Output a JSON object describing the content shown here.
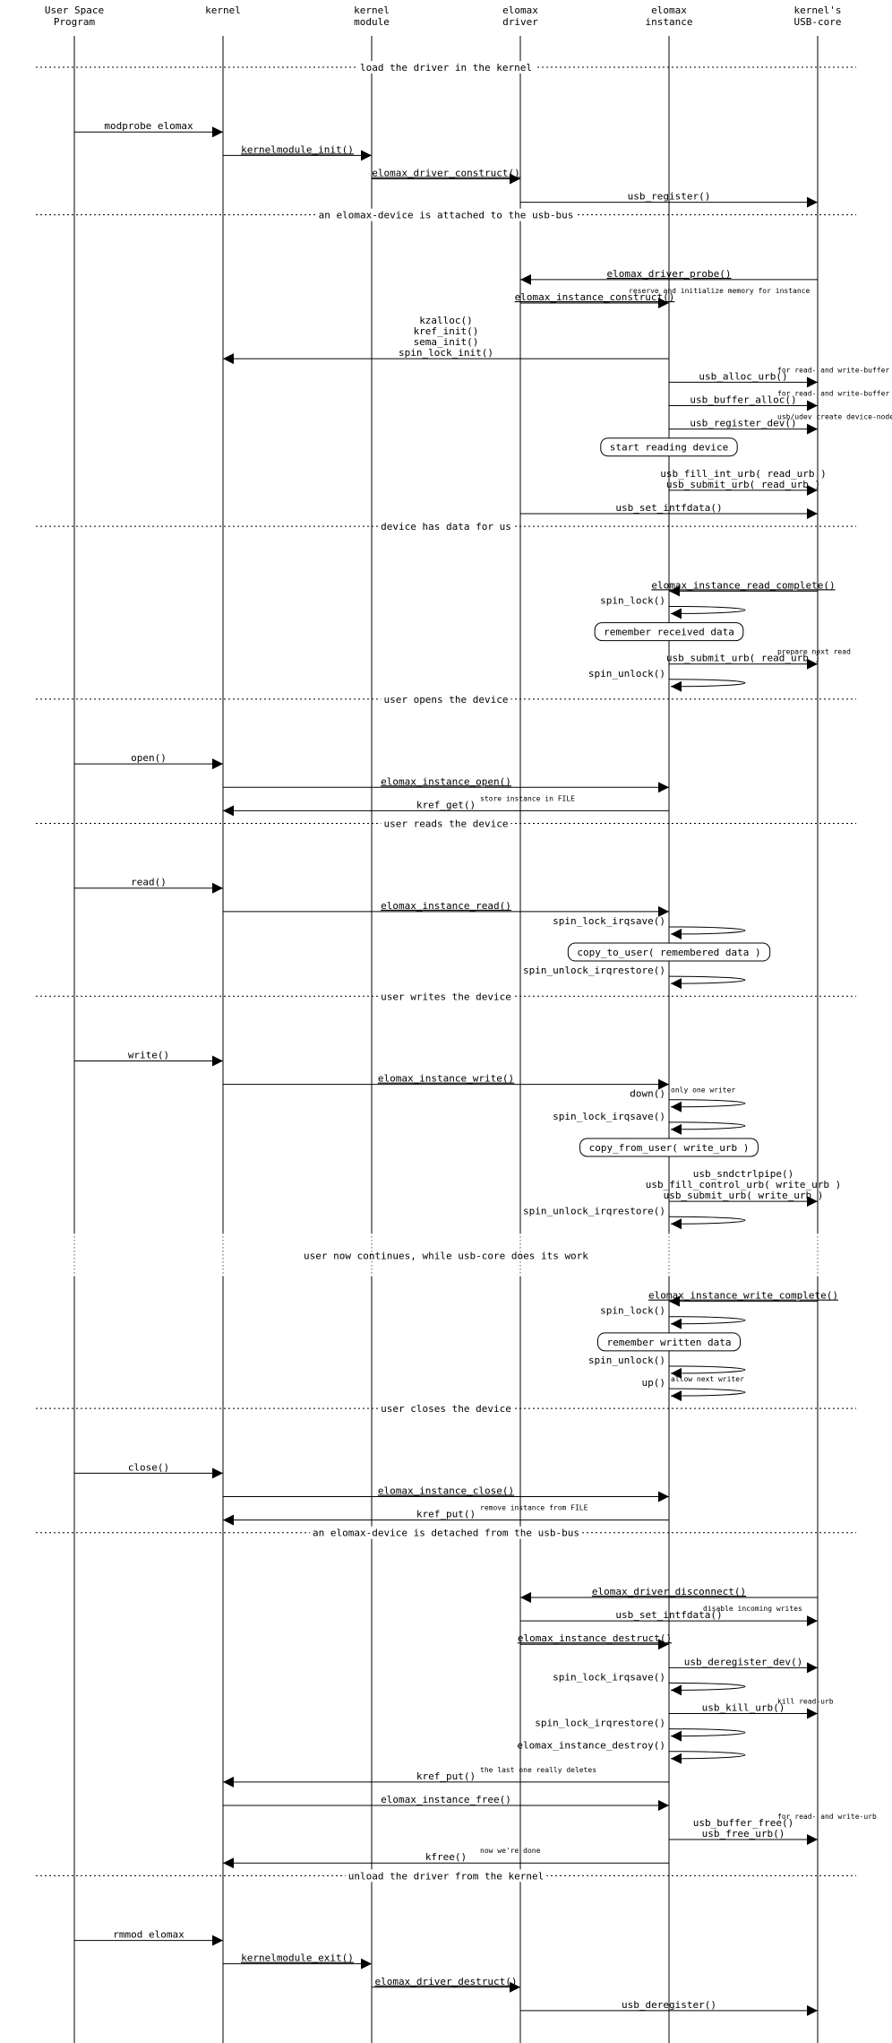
{
  "colors": {
    "ink": "#000000",
    "blue": "#1a1aff",
    "background": "#ffffff"
  },
  "participants": [
    {
      "id": "user",
      "lines": [
        "User Space",
        "Program"
      ],
      "color": "ink"
    },
    {
      "id": "kernel",
      "lines": [
        "kernel"
      ],
      "color": "ink"
    },
    {
      "id": "kmod",
      "lines": [
        "kernel",
        "module"
      ],
      "color": "blue"
    },
    {
      "id": "drv",
      "lines": [
        "elomax",
        "driver"
      ],
      "color": "blue"
    },
    {
      "id": "inst",
      "lines": [
        "elomax",
        "instance"
      ],
      "color": "blue"
    },
    {
      "id": "usb",
      "lines": [
        "kernel's",
        "USB-core"
      ],
      "color": "ink"
    }
  ],
  "rows": [
    {
      "kind": "section",
      "text": "load the driver in the kernel"
    },
    {
      "kind": "msg",
      "from": "user",
      "to": "kernel",
      "text": "modprobe elomax"
    },
    {
      "kind": "msg",
      "from": "kernel",
      "to": "kmod",
      "text": "kernelmodule_init()",
      "color": "blue"
    },
    {
      "kind": "msg",
      "from": "kmod",
      "to": "drv",
      "text": "elomax_driver_construct()",
      "color": "blue"
    },
    {
      "kind": "msg",
      "from": "drv",
      "to": "usb",
      "text": "usb_register()"
    },
    {
      "kind": "section",
      "text": "an elomax-device is attached to the usb-bus"
    },
    {
      "kind": "msg",
      "from": "usb",
      "to": "drv",
      "text": "elomax_driver_probe()",
      "color": "blue"
    },
    {
      "kind": "msg",
      "from": "drv",
      "to": "inst",
      "text": "elomax_instance_construct()",
      "color": "blue",
      "note": "reserve and initialize memory for instance"
    },
    {
      "kind": "msg",
      "from": "inst",
      "to": "kernel",
      "lines": [
        "kzalloc()",
        "kref_init()",
        "sema_init()",
        "spin_lock_init()"
      ]
    },
    {
      "kind": "msg",
      "from": "inst",
      "to": "usb",
      "text": "usb_alloc_urb()",
      "note": "for read- and write-buffer"
    },
    {
      "kind": "msg",
      "from": "inst",
      "to": "usb",
      "text": "usb_buffer_alloc()",
      "note": "for read- and write-buffer"
    },
    {
      "kind": "msg",
      "from": "inst",
      "to": "usb",
      "text": "usb_register_dev()",
      "note": "usb/udev create device-node"
    },
    {
      "kind": "box",
      "on": "inst",
      "text": "start reading device"
    },
    {
      "kind": "msg",
      "from": "inst",
      "to": "usb",
      "lines": [
        "usb_fill_int_urb( read_urb )",
        "usb_submit_urb( read_urb )"
      ]
    },
    {
      "kind": "msg",
      "from": "drv",
      "to": "usb",
      "text": "usb_set_intfdata()"
    },
    {
      "kind": "section",
      "text": "device has data for us"
    },
    {
      "kind": "msg",
      "from": "usb",
      "to": "inst",
      "text": "elomax_instance_read_complete()",
      "color": "blue"
    },
    {
      "kind": "self",
      "on": "inst",
      "text": "spin_lock()"
    },
    {
      "kind": "box",
      "on": "inst",
      "text": "remember received data"
    },
    {
      "kind": "msg",
      "from": "inst",
      "to": "usb",
      "text": "usb_submit_urb( read_urb )",
      "note": "prepare next read"
    },
    {
      "kind": "self",
      "on": "inst",
      "text": "spin_unlock()"
    },
    {
      "kind": "section",
      "text": "user opens the device"
    },
    {
      "kind": "msg",
      "from": "user",
      "to": "kernel",
      "text": "open()"
    },
    {
      "kind": "msg",
      "from": "kernel",
      "to": "inst",
      "text": "elomax_instance_open()",
      "color": "blue"
    },
    {
      "kind": "msg",
      "from": "inst",
      "to": "kernel",
      "text": "kref_get()",
      "note": "store instance in FILE"
    },
    {
      "kind": "section",
      "text": "user reads the device"
    },
    {
      "kind": "msg",
      "from": "user",
      "to": "kernel",
      "text": "read()"
    },
    {
      "kind": "msg",
      "from": "kernel",
      "to": "inst",
      "text": "elomax_instance_read()",
      "color": "blue"
    },
    {
      "kind": "self",
      "on": "inst",
      "text": "spin_lock_irqsave()"
    },
    {
      "kind": "box",
      "on": "inst",
      "text": "copy_to_user( remembered data )"
    },
    {
      "kind": "self",
      "on": "inst",
      "text": "spin_unlock_irqrestore()"
    },
    {
      "kind": "section",
      "text": "user writes the device"
    },
    {
      "kind": "msg",
      "from": "user",
      "to": "kernel",
      "text": "write()"
    },
    {
      "kind": "msg",
      "from": "kernel",
      "to": "inst",
      "text": "elomax_instance_write()",
      "color": "blue"
    },
    {
      "kind": "self",
      "on": "inst",
      "text": "down()",
      "note": "only one writer"
    },
    {
      "kind": "self",
      "on": "inst",
      "text": "spin_lock_irqsave()"
    },
    {
      "kind": "box",
      "on": "inst",
      "text": "copy_from_user( write_urb )"
    },
    {
      "kind": "msg",
      "from": "inst",
      "to": "usb",
      "lines": [
        "usb_sndctrlpipe()",
        "usb_fill_control_urb( write_urb )",
        "usb_submit_urb( write_urb )"
      ]
    },
    {
      "kind": "self",
      "on": "inst",
      "text": "spin_unlock_irqrestore()"
    },
    {
      "kind": "gap",
      "text": "user now continues, while usb-core does its work"
    },
    {
      "kind": "msg",
      "from": "usb",
      "to": "inst",
      "text": "elomax_instance_write_complete()",
      "color": "blue"
    },
    {
      "kind": "self",
      "on": "inst",
      "text": "spin_lock()"
    },
    {
      "kind": "box",
      "on": "inst",
      "text": "remember written data"
    },
    {
      "kind": "self",
      "on": "inst",
      "text": "spin_unlock()"
    },
    {
      "kind": "self",
      "on": "inst",
      "text": "up()",
      "note": "allow next writer"
    },
    {
      "kind": "section",
      "text": "user closes the device"
    },
    {
      "kind": "msg",
      "from": "user",
      "to": "kernel",
      "text": "close()"
    },
    {
      "kind": "msg",
      "from": "kernel",
      "to": "inst",
      "text": "elomax_instance_close()",
      "color": "blue"
    },
    {
      "kind": "msg",
      "from": "inst",
      "to": "kernel",
      "text": "kref_put()",
      "note": "remove instance from FILE"
    },
    {
      "kind": "section",
      "text": "an elomax-device is detached from the usb-bus"
    },
    {
      "kind": "msg",
      "from": "usb",
      "to": "drv",
      "text": "elomax_driver_disconnect()",
      "color": "blue"
    },
    {
      "kind": "msg",
      "from": "drv",
      "to": "usb",
      "text": "usb_set_intfdata()",
      "note": "disable incoming writes"
    },
    {
      "kind": "msg",
      "from": "drv",
      "to": "inst",
      "text": "elomax_instance_destruct()",
      "color": "blue"
    },
    {
      "kind": "msg",
      "from": "inst",
      "to": "usb",
      "text": "usb_deregister_dev()"
    },
    {
      "kind": "self",
      "on": "inst",
      "text": "spin_lock_irqsave()"
    },
    {
      "kind": "msg",
      "from": "inst",
      "to": "usb",
      "text": "usb_kill_urb()",
      "note": "kill read-urb"
    },
    {
      "kind": "self",
      "on": "inst",
      "text": "spin_lock_irqrestore()"
    },
    {
      "kind": "self",
      "on": "inst",
      "text": "elomax_instance_destroy()"
    },
    {
      "kind": "msg",
      "from": "inst",
      "to": "kernel",
      "text": "kref_put()",
      "note": "the last one really deletes"
    },
    {
      "kind": "msg",
      "from": "kernel",
      "to": "inst",
      "text": "elomax_instance_free()"
    },
    {
      "kind": "msg",
      "from": "inst",
      "to": "usb",
      "lines": [
        "usb_buffer_free()",
        "usb_free_urb()"
      ],
      "note": "for read- and write-urb"
    },
    {
      "kind": "msg",
      "from": "inst",
      "to": "kernel",
      "text": "kfree()",
      "note": "now we're done"
    },
    {
      "kind": "section",
      "text": "unload the driver from the kernel"
    },
    {
      "kind": "msg",
      "from": "user",
      "to": "kernel",
      "text": "rmmod elomax"
    },
    {
      "kind": "msg",
      "from": "kernel",
      "to": "kmod",
      "text": "kernelmodule_exit()",
      "color": "blue"
    },
    {
      "kind": "msg",
      "from": "kmod",
      "to": "drv",
      "text": "elomax_driver_destruct()",
      "color": "blue"
    },
    {
      "kind": "msg",
      "from": "drv",
      "to": "usb",
      "text": "usb_deregister()"
    }
  ]
}
